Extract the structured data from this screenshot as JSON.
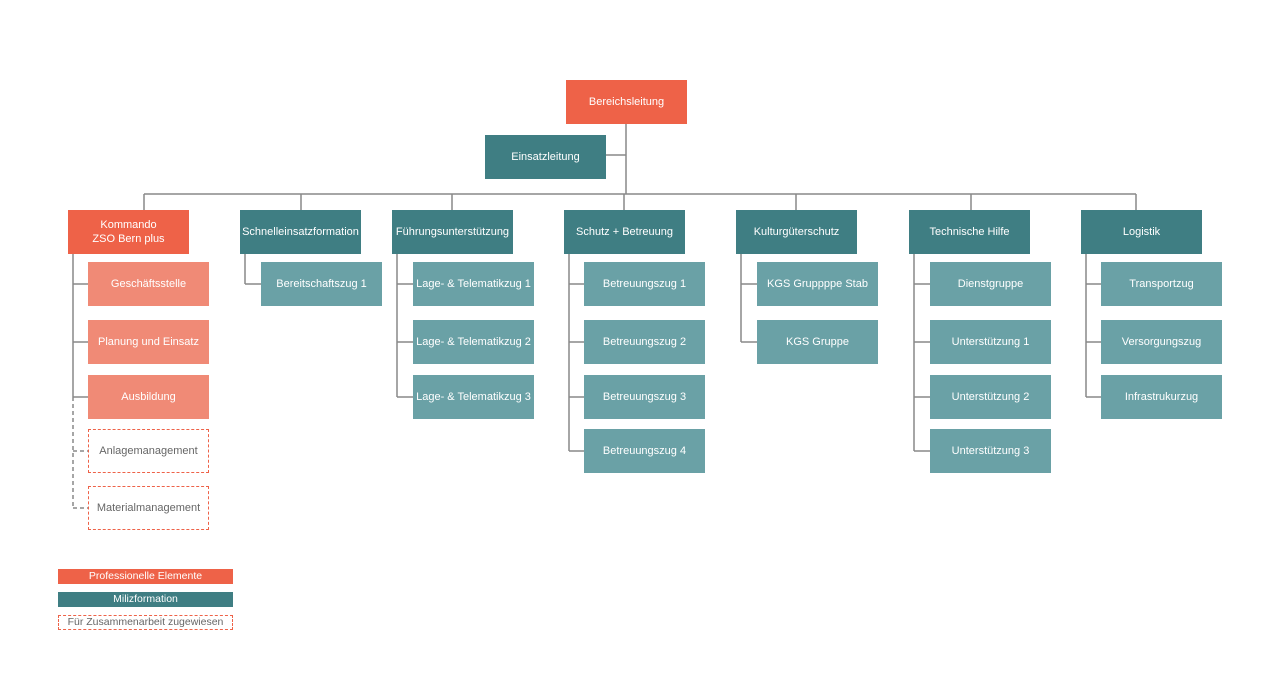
{
  "top": {
    "label": "Bereichsleitung"
  },
  "staff": {
    "label": "Einsatzleitung"
  },
  "kommando": {
    "label": "Kommando\nZSO Bern plus",
    "children": [
      "Geschäftsstelle",
      "Planung und Einsatz",
      "Ausbildung"
    ],
    "assigned": [
      "Anlagemanagement",
      "Materialmanagement"
    ]
  },
  "units": [
    {
      "label": "Schnelleinsatzformation",
      "children": [
        "Bereitschaftszug 1"
      ]
    },
    {
      "label": "Führungsunterstützung",
      "children": [
        "Lage- & Telematikzug 1",
        "Lage- & Telematikzug 2",
        "Lage- & Telematikzug 3"
      ]
    },
    {
      "label": "Schutz + Betreuung",
      "children": [
        "Betreuungszug 1",
        "Betreuungszug 2",
        "Betreuungszug 3",
        "Betreuungszug 4"
      ]
    },
    {
      "label": "Kulturgüterschutz",
      "children": [
        "KGS Gruppppe Stab",
        "KGS Gruppe"
      ]
    },
    {
      "label": "Technische Hilfe",
      "children": [
        "Dienstgruppe",
        "Unterstützung 1",
        "Unterstützung 2",
        "Unterstützung 3"
      ]
    },
    {
      "label": "Logistik",
      "children": [
        "Transportzug",
        "Versorgungszug",
        "Infrastrukurzug"
      ]
    }
  ],
  "legend": {
    "professional": "Professionelle Elemente",
    "militia": "Milizformation",
    "assigned": "Für Zusammenarbeit zugewiesen"
  },
  "colors": {
    "professional": "#ee6248",
    "professional_light": "#f08a76",
    "militia": "#3f7e83",
    "militia_light": "#6aa1a6",
    "connector": "#888888"
  }
}
